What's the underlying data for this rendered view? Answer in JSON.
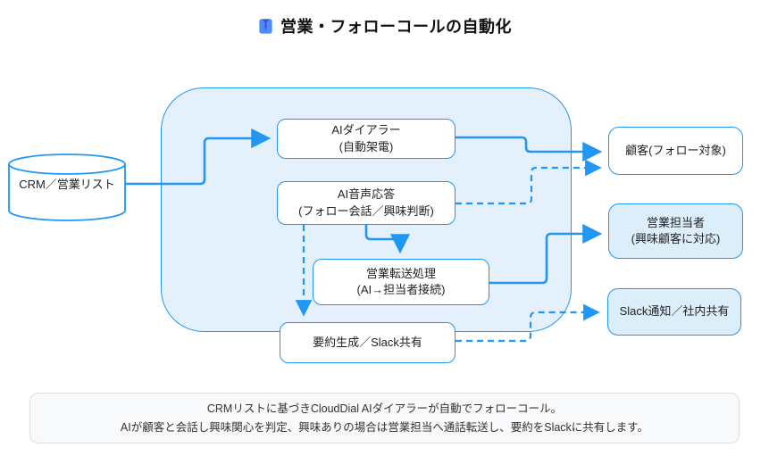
{
  "title": {
    "icon": "necktie",
    "text": "営業・フォローコールの自動化"
  },
  "nodes": {
    "crm": {
      "label": "CRM／営業リスト"
    },
    "dialer": {
      "line1": "AIダイアラー",
      "line2": "(自動架電)"
    },
    "voice": {
      "line1": "AI音声応答",
      "line2": "(フォロー会話／興味判断)"
    },
    "transfer": {
      "line1": "営業転送処理",
      "line2": "(AI→担当者接続)"
    },
    "summary": {
      "label": "要約生成／Slack共有"
    },
    "customer": {
      "label": "顧客(フォロー対象)"
    },
    "sales": {
      "line1": "営業担当者",
      "line2": "(興味顧客に対応)"
    },
    "slack": {
      "label": "Slack通知／社内共有"
    }
  },
  "footer": {
    "line1": "CRMリストに基づきCloudDial AIダイアラーが自動でフォローコール。",
    "line2": "AIが顧客と会話し興味関心を判定、興味ありの場合は営業担当へ通話転送し、要約をSlackに共有します。"
  },
  "colors": {
    "accent": "#2196f3",
    "container_fill": "#e4f1fc",
    "highlight_node_fill": "#ddeefb",
    "node_fill": "#ffffff",
    "footer_bg": "#f8f9fa"
  }
}
